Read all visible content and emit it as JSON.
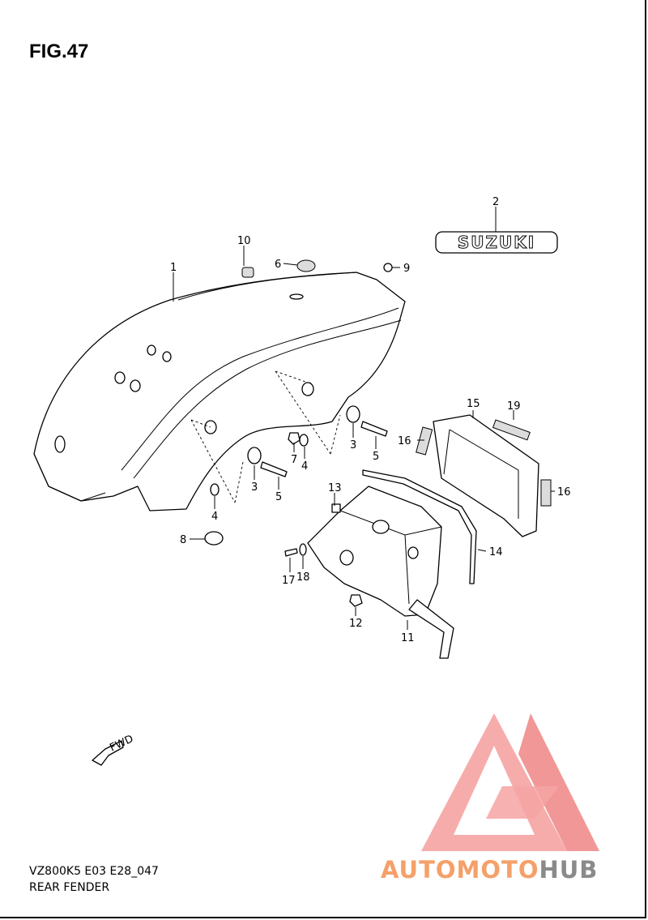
{
  "figure": {
    "title": "FIG.47",
    "model_code": "VZ800K5 E03 E28_047",
    "section_name": "REAR FENDER"
  },
  "parts": [
    "1",
    "2",
    "3",
    "3",
    "4",
    "4",
    "5",
    "5",
    "6",
    "7",
    "8",
    "9",
    "10",
    "11",
    "12",
    "13",
    "14",
    "15",
    "16",
    "16",
    "17",
    "18",
    "19"
  ],
  "badge_text": "SUZUKI",
  "fwd_marker": "FWD",
  "watermark": {
    "brand": "AUTOMOTOHUB",
    "color_light": "#f5a06a",
    "color_dark": "#8a8a8a",
    "logo_color": "#f28a8a"
  },
  "colors": {
    "line": "#000000",
    "background": "#ffffff"
  }
}
